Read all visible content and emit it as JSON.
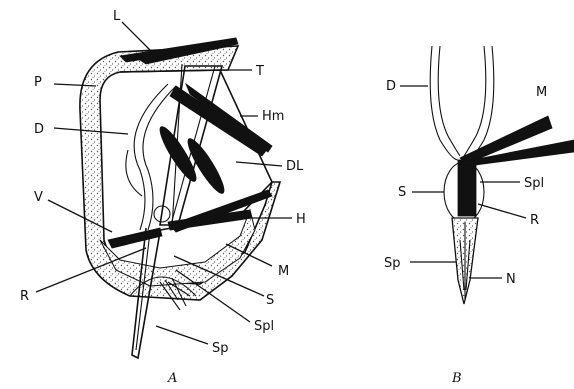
{
  "panel_a": {
    "caption": "A",
    "labels": {
      "L": "L",
      "P": "P",
      "T": "T",
      "Hm": "Hm",
      "D": "D",
      "DL": "DL",
      "V": "V",
      "H": "H",
      "M": "M",
      "R": "R",
      "S": "S",
      "Spl": "Spl",
      "Sp": "Sp"
    }
  },
  "panel_b": {
    "caption": "B",
    "labels": {
      "D": "D",
      "M": "M",
      "S": "S",
      "Spl": "Spl",
      "R": "R",
      "Sp": "Sp",
      "N": "N"
    }
  },
  "colors": {
    "ink": "#111111",
    "background": "#ffffff",
    "stipple": "#555555"
  }
}
